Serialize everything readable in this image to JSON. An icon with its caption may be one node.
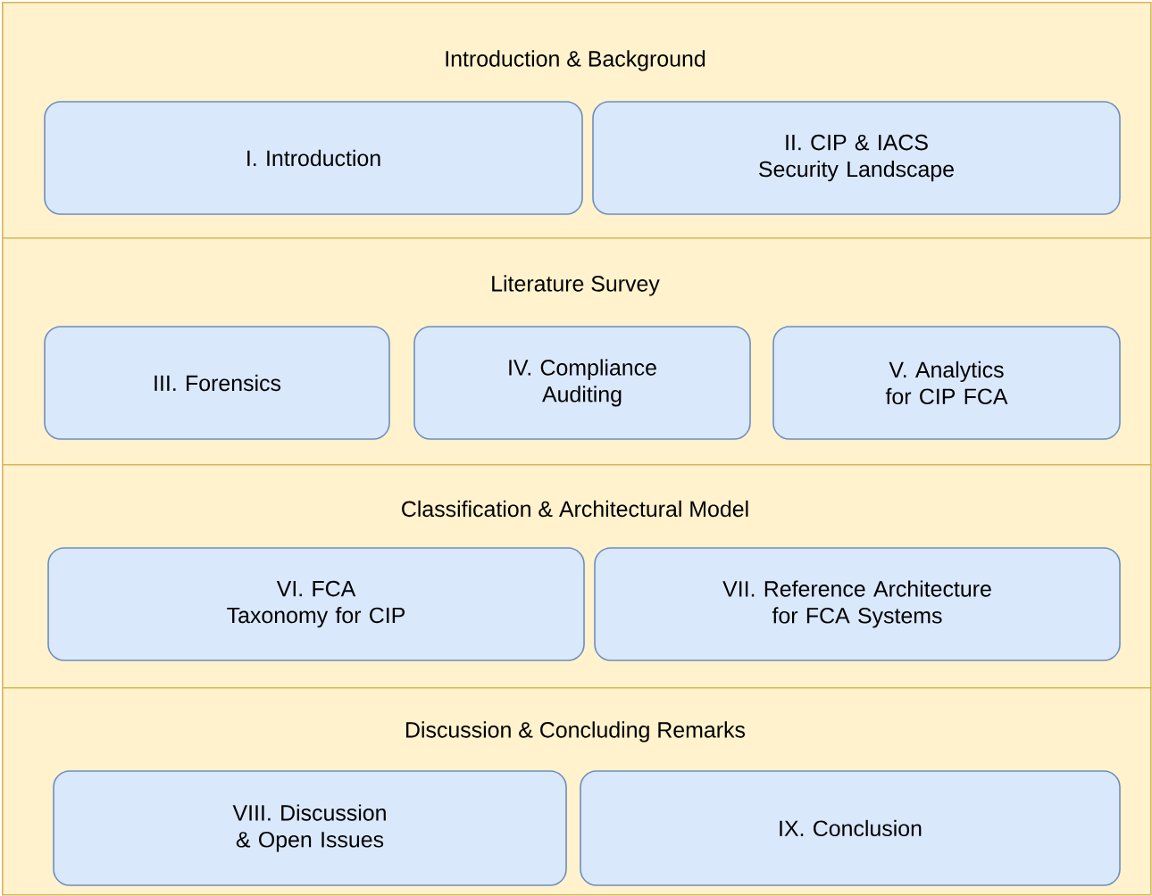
{
  "diagram": {
    "nodes": [
      {
        "text": [
          "Introduction & Background"
        ]
      },
      {
        "text": [
          "I. Introduction"
        ],
        "in": 0
      },
      {
        "text": [
          "II. CIP & IACS Security Landscape"
        ],
        "in": 0
      },
      {
        "text": [
          "Literature Survey"
        ]
      },
      {
        "text": [
          "III. Forensics"
        ],
        "in": 3
      },
      {
        "text": [
          "IV. Compliance Auditing"
        ],
        "in": 3
      },
      {
        "text": [
          "V. Analytics for CIP FCA"
        ],
        "in": 3
      },
      {
        "text": [
          "Classification & Architectural Model"
        ]
      },
      {
        "text": [
          "VI. FCA Taxonomy for CIP"
        ],
        "in": 7
      },
      {
        "text": [
          "VII. Reference Architecture for FCA Systems"
        ],
        "in": 7
      },
      {
        "text": [
          "Discussion & Concluding Remarks"
        ]
      },
      {
        "text": [
          "VIII. Discussion & Open Issues"
        ],
        "in": 10
      },
      {
        "text": [
          "IX. Conclusion"
        ],
        "in": 10
      }
    ]
  }
}
